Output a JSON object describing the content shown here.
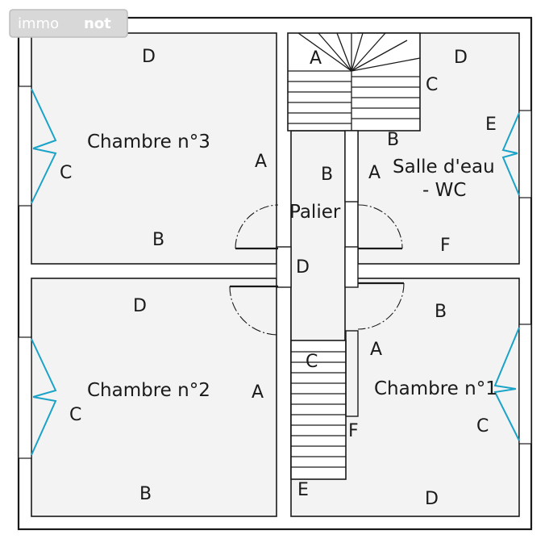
{
  "watermark": {
    "part1": "immo",
    "part2": "not"
  },
  "rooms": {
    "chambre3": "Chambre n°3",
    "chambre2": "Chambre n°2",
    "chambre1": "Chambre n°1",
    "salle_line1": "Salle d'eau",
    "salle_line2": "- WC",
    "palier": "Palier"
  },
  "wall_labels": {
    "c3_top": "D",
    "c3_right": "A",
    "c3_left": "C",
    "c3_bottom": "B",
    "c2_top": "D",
    "c2_right": "A",
    "c2_left": "C",
    "c2_bottom": "B",
    "stair_top": "A",
    "sdb_top": "D",
    "sdb_stair": "C",
    "sdb_topleft": "B",
    "sdb_left": "A",
    "sdb_right": "E",
    "sdb_bottom": "F",
    "pal_top": "B",
    "pal_mid": "D",
    "pal_stair": "C",
    "pal_right": "F",
    "pal_bottom": "E",
    "c1_top": "B",
    "c1_left": "A",
    "c1_right": "C",
    "c1_bottom": "D"
  },
  "colors": {
    "wall_line": "#1a1a1a",
    "room_fill": "#f3f3f3",
    "window": "#1aa3c8",
    "watermark": "#d8d8d8"
  }
}
